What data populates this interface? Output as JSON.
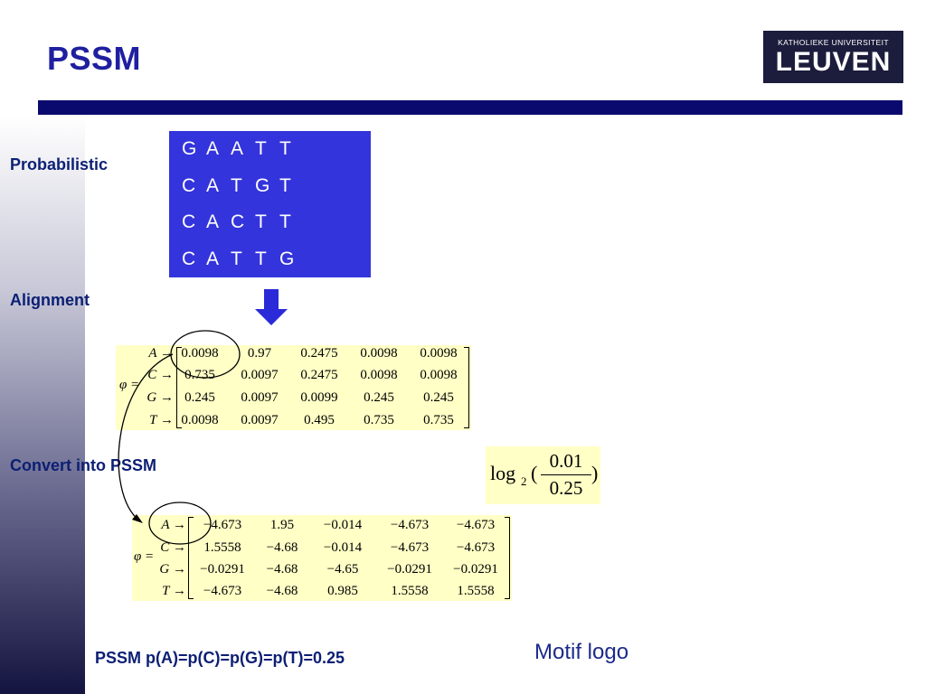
{
  "title": "PSSM",
  "logo": {
    "line1": "KATHOLIEKE UNIVERSITEIT",
    "line2": "LEUVEN"
  },
  "labels": {
    "probabilistic": "Probabilistic",
    "alignment": "Alignment",
    "convert": "Convert into PSSM"
  },
  "sequences": [
    [
      "G",
      "A",
      "A",
      "T",
      "T"
    ],
    [
      "C",
      "A",
      "T",
      "G",
      "T"
    ],
    [
      "C",
      "A",
      "C",
      "T",
      "T"
    ],
    [
      "C",
      "A",
      "T",
      "T",
      "G"
    ]
  ],
  "prob_matrix": {
    "symbol": "φ =",
    "rows": [
      {
        "label": "A →",
        "values": [
          "0.0098",
          "0.97",
          "0.2475",
          "0.0098",
          "0.0098"
        ]
      },
      {
        "label": "C →",
        "values": [
          "0.735",
          "0.0097",
          "0.2475",
          "0.0098",
          "0.0098"
        ]
      },
      {
        "label": "G →",
        "values": [
          "0.245",
          "0.0097",
          "0.0099",
          "0.245",
          "0.245"
        ]
      },
      {
        "label": "T →",
        "values": [
          "0.0098",
          "0.0097",
          "0.495",
          "0.735",
          "0.735"
        ]
      }
    ]
  },
  "pssm_matrix": {
    "symbol": "φ =",
    "rows": [
      {
        "label": "A →",
        "values": [
          "−4.673",
          "1.95",
          "−0.014",
          "−4.673",
          "−4.673"
        ]
      },
      {
        "label": "C →",
        "values": [
          "1.5558",
          "−4.68",
          "−0.014",
          "−4.673",
          "−4.673"
        ]
      },
      {
        "label": "G →",
        "values": [
          "−0.0291",
          "−4.68",
          "−4.65",
          "−0.0291",
          "−0.0291"
        ]
      },
      {
        "label": "T →",
        "values": [
          "−4.673",
          "−4.68",
          "0.985",
          "1.5558",
          "1.5558"
        ]
      }
    ]
  },
  "formula": {
    "log": "log",
    "base": "2",
    "open": "(",
    "numerator": "0.01",
    "denominator": "0.25",
    "close": ")"
  },
  "bottom_text": "PSSM p(A)=p(C)=p(G)=p(T)=0.25",
  "motif_logo": "Motif logo",
  "colors": {
    "title": "#1f1fa0",
    "bar": "#0a0a6e",
    "sequence_box": "#3434dc",
    "matrix_bg": "#ffffc6",
    "label": "#0c1f74"
  }
}
